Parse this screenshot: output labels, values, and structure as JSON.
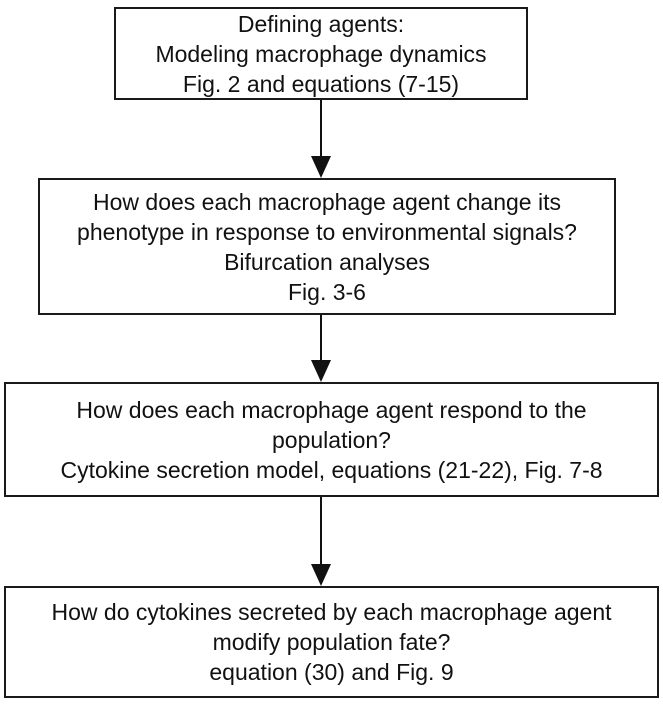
{
  "diagram": {
    "background_color": "#ffffff",
    "border_color": "#1a1a1a",
    "text_color": "#111111",
    "boxes": [
      {
        "id": "defining-agents",
        "lines": [
          "Defining agents:",
          "Modeling macrophage dynamics",
          "Fig. 2 and equations (7-15)"
        ]
      },
      {
        "id": "phenotype-change",
        "lines": [
          "How does each macrophage agent change its",
          "phenotype in response to environmental signals?",
          "Bifurcation analyses",
          "Fig. 3-6"
        ]
      },
      {
        "id": "population-response",
        "lines": [
          "How does each macrophage agent respond to the",
          "population?",
          "Cytokine secretion model, equations (21-22), Fig. 7-8"
        ]
      },
      {
        "id": "population-fate",
        "lines": [
          "How do cytokines secreted by each macrophage agent",
          "modify population fate?",
          "equation (30) and Fig. 9"
        ]
      }
    ],
    "connectors": [
      {
        "from": "defining-agents",
        "to": "phenotype-change",
        "type": "down-arrow"
      },
      {
        "from": "phenotype-change",
        "to": "population-response",
        "type": "down-arrow"
      },
      {
        "from": "population-response",
        "to": "population-fate",
        "type": "down-arrow"
      }
    ]
  }
}
